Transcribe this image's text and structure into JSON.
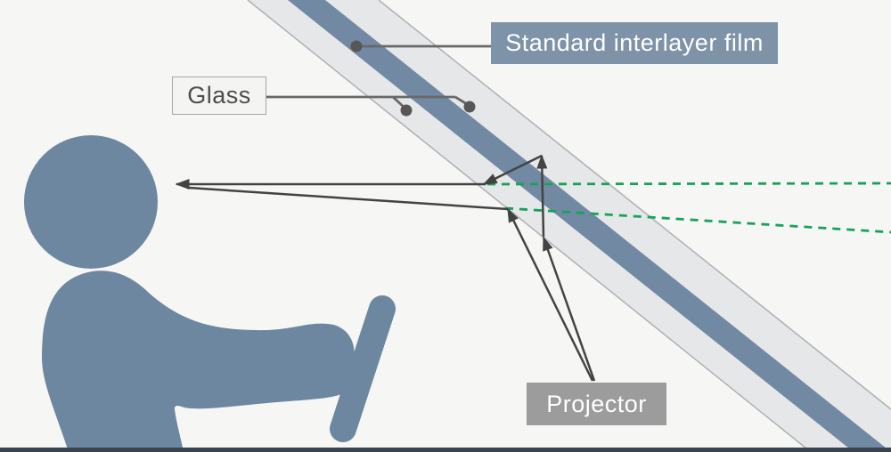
{
  "diagram": {
    "title_context": "HUD windshield reflection diagram",
    "labels": {
      "film": "Standard interlayer film",
      "glass": "Glass",
      "projector": "Projector"
    },
    "colors": {
      "background": "#F6F6F4",
      "glass_band_fill": "#E6E7E9",
      "glass_band_edge": "#ADB0B5",
      "film_stripe_blue": "#7289A4",
      "driver_figure_blue": "#6E87A0",
      "film_label_bg": "#7E92A8",
      "projector_label_bg": "#9C9C9C",
      "glass_label_bg": "#F4F4F3",
      "glass_label_border": "#A6A6A6",
      "glass_label_text": "#4D4D4D",
      "light_ray": "#434343",
      "leader_line": "#686868",
      "leader_dot": "#575757",
      "virtual_image_green": "#15A356",
      "ground_bar": "#3A4450"
    }
  }
}
